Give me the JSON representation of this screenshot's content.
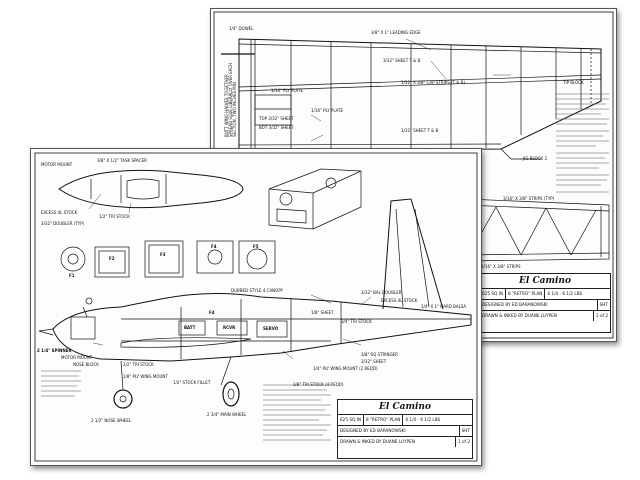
{
  "sheet_2": {
    "labels": {
      "dowel": "1/4\" DOWEL",
      "leading_edge": "3/8\" X 1\" LEADING EDGE",
      "sheet_t_b": "3/32\" SHEET T & B",
      "ply_plate": "1/16\" PLY PLATE",
      "ply_plate_2": "1/16\" PLY PLATE",
      "cap_strips": "1/32\" X 3/8\" CAP STRIPS (T & B)",
      "top_sheet": "TOP 3/32\" SHEET",
      "bot_sheet": "BOT 3/32\" SHEET",
      "sheet_t_b_2": "3/32\" SHEET T & B",
      "tip_block": "TIP BLOCK",
      "jig_block": "JIG BLOCK 3",
      "strips": "3/16\" X 3/8\" STRIPS (TYP)",
      "strips_2": "3/16\" X 3/8\" STRIPS",
      "side_note": "BUTT WING HALVES TOGETHER SPREAD GLUE LIBERALLY OVER EACH SECTION, TWO INCHES MIN"
    },
    "title_block": {
      "title": "El Camino",
      "area": "625 SQ IN",
      "power": "8 \"RETRO\" PLAN",
      "weight": "6 1/4 - 6 1/2 LBS",
      "designed": "DESIGNED BY ED BARANOWSKI",
      "drawn": "DRAWN & INKED BY DUANE LUYPEN",
      "sheet_label": "SHT",
      "sheet_number": "2 of 2"
    }
  },
  "sheet_1": {
    "labels": {
      "motor_mount": "MOTOR MOUNT",
      "task_spacer": "3/8\" X 1/2\" TASK SPACER",
      "excess_stock": "EXCESS 4L STOCK",
      "tri_stock": "1/2\" TRI STOCK",
      "doubler": "3/32\" DOUBLER (TYP)",
      "f2": "F2",
      "f3": "F3",
      "f4": "F4",
      "f5": "F5",
      "f1": "F1",
      "canopy": "DUBBED STYLE 4 CANOPY",
      "bal_doubler": "3/32\" BAL DOUBLER",
      "excess_stock_2": "EXCESS 4L STOCK",
      "hard_balsa": "1/4\" X 1\" HARD BALSA",
      "sheet_1_8": "1/8\" SHEET",
      "tri_stock_2": "3/4\" TRI STOCK",
      "spinner": "2 1/4\" SPINNER",
      "motor_mount_2": "MOTOR MOUNT",
      "nose_block": "NOSE BLOCK",
      "tri_stock_3": "1/2\" TRI STOCK",
      "ply_wing_mount": "1/8\" PLY WING MOUNT",
      "stock_fillet": "1/2\" STOCK FILLET",
      "ply_wing_mount_2": "1/4\" PLY WING MOUNT (2 REQD)",
      "stringer": "3/8\" SQ STRINGER",
      "sheet_3_32": "3/32\" SHEET",
      "tri_stock_4": "3/8\" TRI STOCK (4 REQD)",
      "nose_wheel": "2 1/2\" NOSE WHEEL",
      "main_wheel": "2 3/4\" MAIN WHEEL",
      "batt": "BATT",
      "rcvr": "RCVR",
      "servo": "SERVO",
      "f4b": "F4"
    },
    "title_block": {
      "title": "El Camino",
      "area": "625 SQ IN",
      "power": "8 \"RETRO\" PLAN",
      "weight": "6 1/4 - 6 1/2 LBS",
      "designed": "DESIGNED BY ED BARANOWSKI",
      "drawn": "DRAWN & INKED BY DUANE LUYPEN",
      "sheet_label": "SHT",
      "sheet_number": "1 of 2"
    }
  }
}
